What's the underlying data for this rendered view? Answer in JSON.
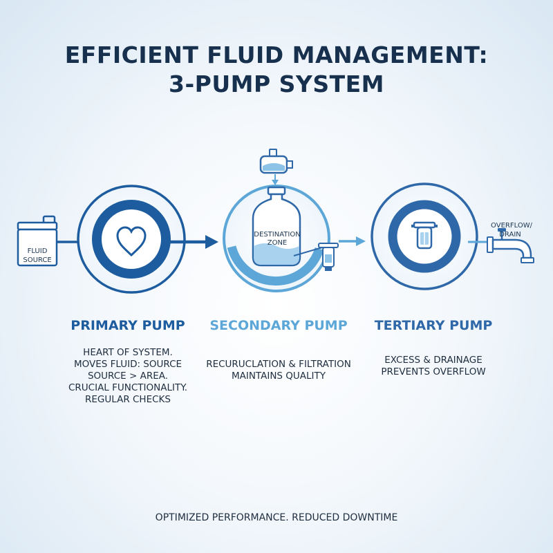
{
  "title": {
    "line1": "EFFICIENT FLUID MANAGEMENT:",
    "line2": "3-PUMP SYSTEM"
  },
  "source": {
    "label_line1": "FLUID",
    "label_line2": "SOURCE"
  },
  "destination": {
    "label_line1": "DESTINATION",
    "label_line2": "ZONE"
  },
  "overflow": {
    "label_line1": "OVERFLOW/",
    "label_line2": "DRAIN"
  },
  "pumps": [
    {
      "name": "PRIMARY PUMP",
      "color": "#1d5c9e",
      "icon": "heart-icon",
      "description": [
        "HEART OF SYSTEM.",
        "MOVES FLUID: SOURCE",
        "SOURCE > AREA.",
        "CRUCIAL FUNCTIONALITY.",
        "REGULAR CHECKS"
      ]
    },
    {
      "name": "SECONDARY PUMP",
      "color": "#5ca7d8",
      "icon": "water-tank-icon",
      "description": [
        "RECURUCLATION & FILTRATION",
        "MAINTAINS QUALITY"
      ]
    },
    {
      "name": "TERTIARY PUMP",
      "color": "#2f68a8",
      "icon": "filter-icon",
      "description": [
        "EXCESS & DRAINAGE",
        "PREVENTS OVERFLOW"
      ]
    }
  ],
  "footer": "OPTIMIZED PERFORMANCE. REDUCED DOWNTIME",
  "colors": {
    "navy": "#16304d",
    "primary_blue": "#1d5c9e",
    "light_blue": "#5ca7d8",
    "mid_blue": "#2f68a8"
  }
}
